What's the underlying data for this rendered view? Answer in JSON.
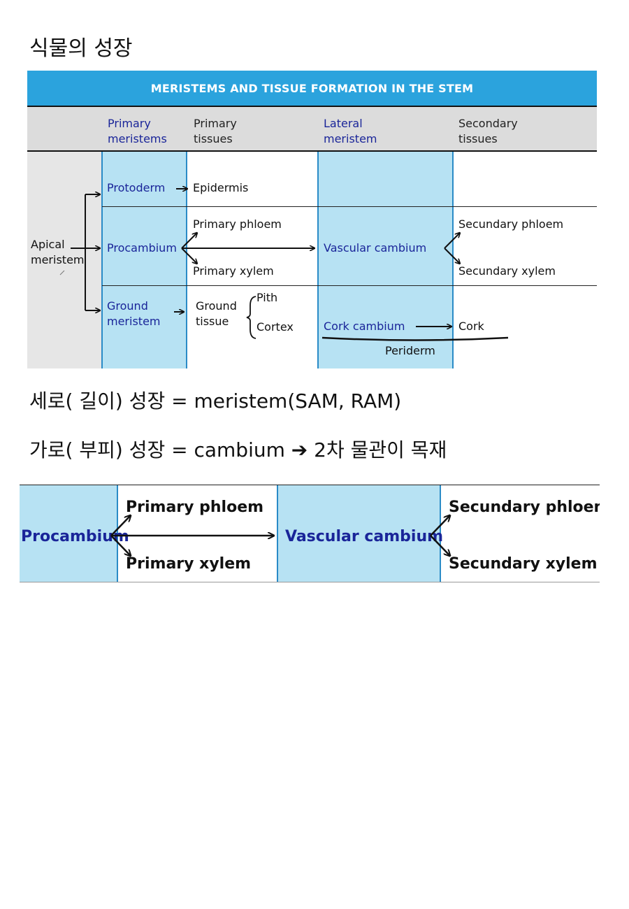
{
  "page": {
    "title": "식물의 성장",
    "note_vertical": "세로( 길이)  성장 = meristem(SAM, RAM)",
    "note_horizontal_prefix": "가로( 부피) 성장 = cambium ",
    "note_arrow": "➔",
    "note_horizontal_suffix": " 2차 물관이 목재"
  },
  "figure1": {
    "banner": "MERISTEMS AND TISSUE FORMATION IN THE STEM",
    "headers": {
      "primary_meristems": [
        "Primary",
        "meristems"
      ],
      "primary_tissues": [
        "Primary",
        "tissues"
      ],
      "lateral_meristem": [
        "Lateral",
        "meristem"
      ],
      "secondary_tissues": [
        "Secondary",
        "tissues"
      ]
    },
    "apical_meristem": [
      "Apical",
      "meristem"
    ],
    "protoderm": "Protoderm",
    "epidermis": "Epidermis",
    "procambium": "Procambium",
    "primary_phloem": "Primary phloem",
    "primary_xylem": "Primary xylem",
    "vascular_cambium": "Vascular cambium",
    "secundary_phloem": "Secundary phloem",
    "secundary_xylem": "Secundary xylem",
    "ground_meristem": [
      "Ground",
      "meristem"
    ],
    "ground_tissue": [
      "Ground",
      "tissue"
    ],
    "pith": "Pith",
    "cortex": "Cortex",
    "cork_cambium": "Cork cambium",
    "cork": "Cork",
    "periderm": "Periderm",
    "colors": {
      "banner": "#2ba3dd",
      "meristem_fill": "#b7e2f3",
      "blue_text": "#1a2599"
    }
  },
  "figure2": {
    "procambium": "Procambium",
    "primary_phloem": "Primary phloem",
    "primary_xylem": "Primary xylem",
    "vascular_cambium": "Vascular cambium",
    "secundary_phloem": "Secundary phloem",
    "secundary_xylem": "Secundary xylem"
  }
}
